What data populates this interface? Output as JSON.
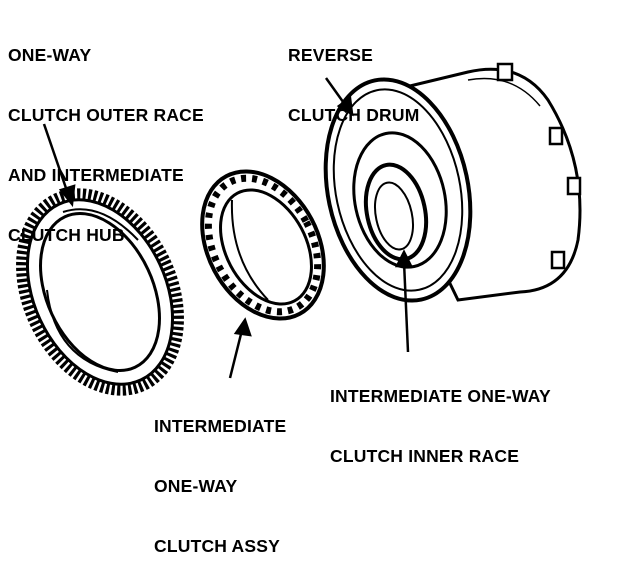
{
  "labels": {
    "outer_race": [
      "ONE-WAY",
      "CLUTCH OUTER RACE",
      "AND INTERMEDIATE",
      "CLUTCH HUB"
    ],
    "reverse_drum": [
      "REVERSE",
      "CLUTCH DRUM"
    ],
    "inner_race": [
      "INTERMEDIATE ONE-WAY",
      "CLUTCH INNER RACE"
    ],
    "clutch_assy": [
      "INTERMEDIATE",
      "ONE-WAY",
      "CLUTCH ASSY"
    ]
  },
  "colors": {
    "ink": "#000000",
    "paper": "#ffffff"
  }
}
